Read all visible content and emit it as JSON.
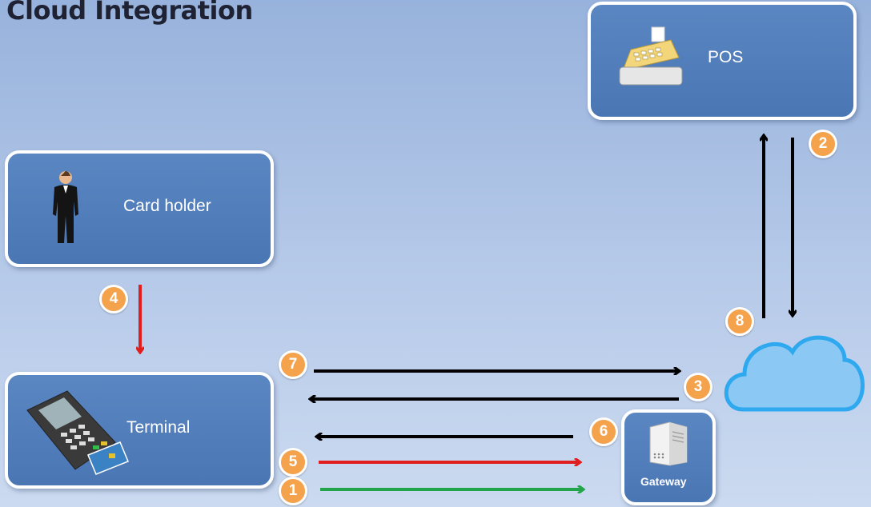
{
  "title": "Cloud Integration",
  "nodes": {
    "pos": {
      "label": "POS",
      "icon": "cash-register-icon"
    },
    "card_holder": {
      "label": "Card holder",
      "icon": "person-icon"
    },
    "terminal": {
      "label": "Terminal",
      "icon": "card-terminal-icon"
    },
    "gateway": {
      "label": "Gateway",
      "icon": "server-icon"
    },
    "cloud": {
      "icon": "cloud-icon"
    }
  },
  "steps": [
    "1",
    "2",
    "3",
    "4",
    "5",
    "6",
    "7",
    "8"
  ],
  "colors": {
    "box": "#4f7bb8",
    "badge": "#f5a24d",
    "arrow_black": "#000000",
    "arrow_red": "#e01e1e",
    "arrow_green": "#22a54a",
    "cloud_fill": "#8cc8f4",
    "cloud_stroke": "#2ea8ee"
  }
}
